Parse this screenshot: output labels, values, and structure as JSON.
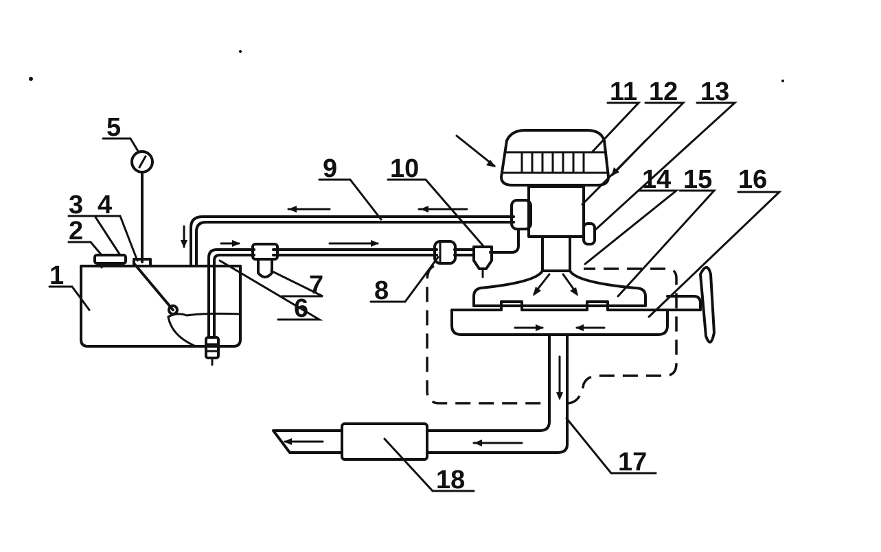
{
  "labels": {
    "n1": "1",
    "n2": "2",
    "n3": "3",
    "n4": "4",
    "n5": "5",
    "n6": "6",
    "n7": "7",
    "n8": "8",
    "n9": "9",
    "n10": "10",
    "n11": "11",
    "n12": "12",
    "n13": "13",
    "n14": "14",
    "n15": "15",
    "n16": "16",
    "n17": "17",
    "n18": "18"
  },
  "colors": {
    "ink": "#111111",
    "paper": "#ffffff"
  }
}
